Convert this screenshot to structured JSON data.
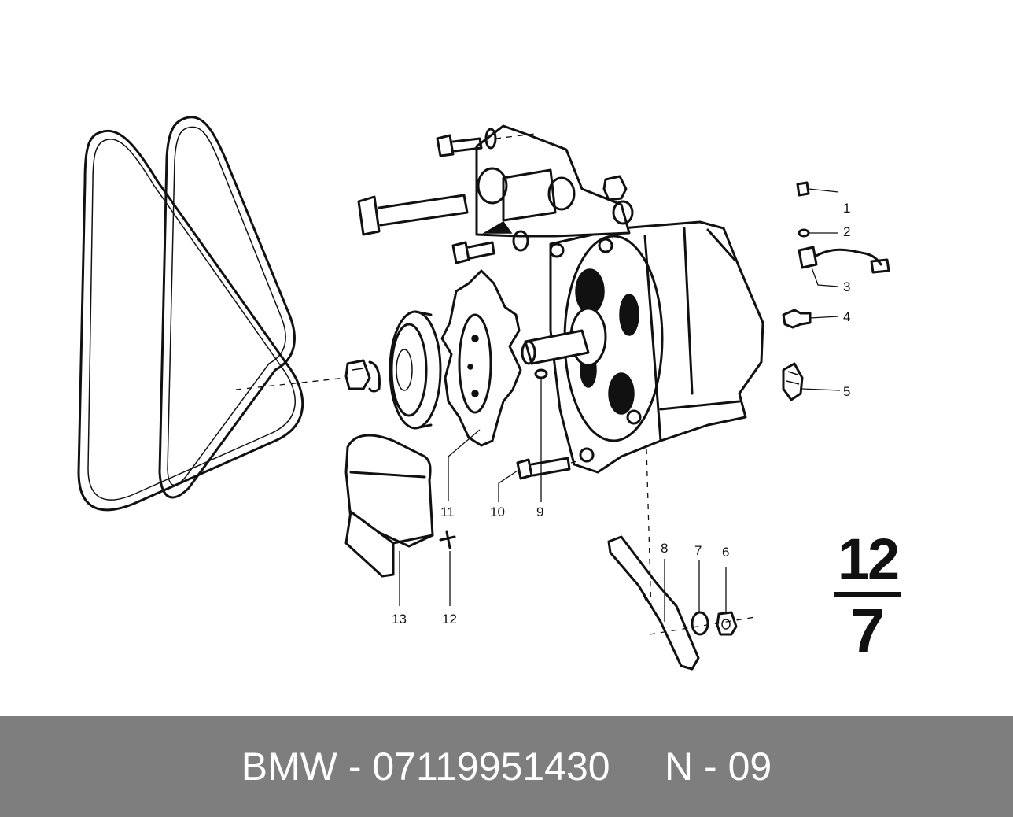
{
  "callouts": [
    "1",
    "2",
    "3",
    "4",
    "5",
    "6",
    "7",
    "8",
    "9",
    "10",
    "11",
    "12",
    "12",
    "13"
  ],
  "group": {
    "top": "12",
    "bottom": "7"
  },
  "footer": {
    "text": "BMW - 07119951430     N - 09"
  },
  "colors": {
    "footer_bg": "#7e7e7e",
    "footer_text": "#ffffff",
    "ink": "#111111"
  }
}
